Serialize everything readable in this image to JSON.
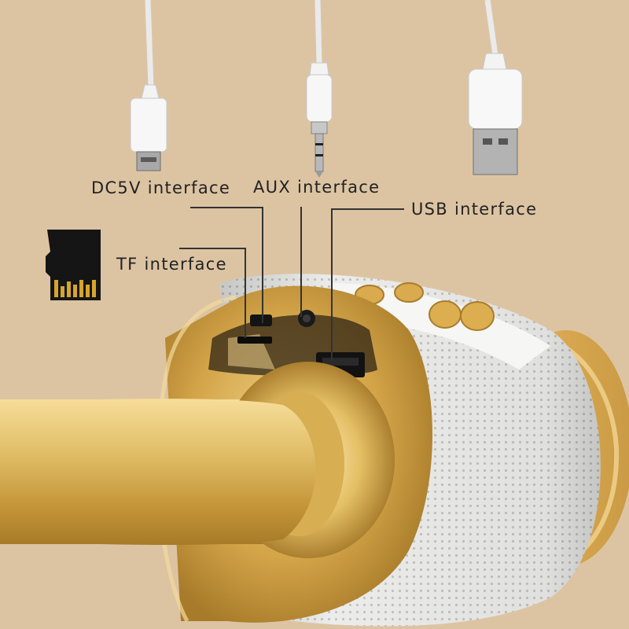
{
  "labels": {
    "dc5v": "DC5V interface",
    "aux": "AUX interface",
    "usb": "USB interface",
    "tf": "TF interface"
  },
  "colors": {
    "background": "#dcc4a3",
    "gold": "#d9b25c",
    "speaker_grille": "#ececea",
    "label_text": "#222222",
    "callout_line": "#333333"
  },
  "icons": [
    "micro-usb-cable-icon",
    "aux-audio-cable-icon",
    "usb-a-cable-icon",
    "tf-card-icon"
  ]
}
